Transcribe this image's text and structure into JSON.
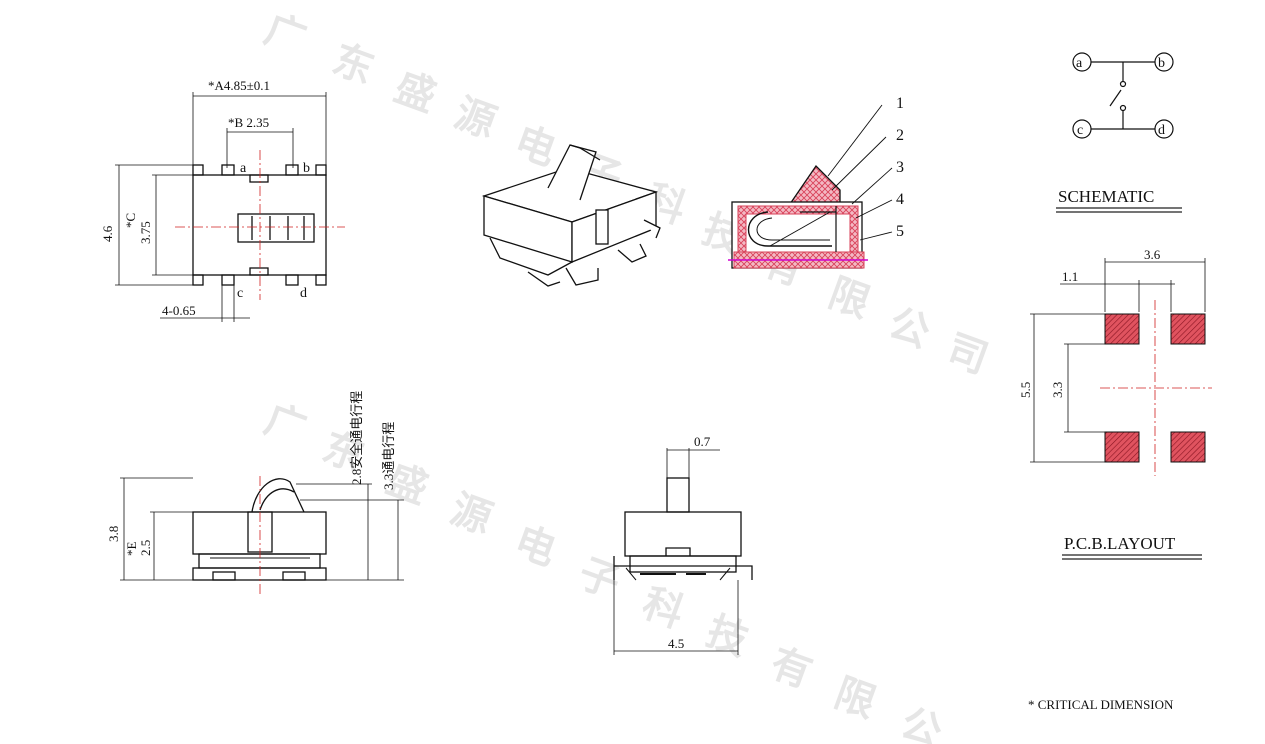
{
  "watermark": [
    "广",
    "东",
    "盛",
    "源",
    "电",
    "子",
    "科",
    "技",
    "有",
    "限",
    "公",
    "司"
  ],
  "top_view": {
    "dim_a": "*A4.85±0.1",
    "dim_b": "*B 2.35",
    "dim_c": "*C",
    "dim_c_val": "3.75",
    "dim_height": "4.6",
    "dim_pad": "4-0.65",
    "pin_a": "a",
    "pin_b": "b",
    "pin_c": "c",
    "pin_d": "d"
  },
  "callouts": [
    "1",
    "2",
    "3",
    "4",
    "5"
  ],
  "side_view": {
    "travel_full": "2.8安全通电行程",
    "travel_on": "3.3通电行程",
    "dim_height": "3.8",
    "dim_e": "*E",
    "dim_e_val": "2.5"
  },
  "front_view": {
    "dim_top": "0.7",
    "dim_width": "4.5"
  },
  "schematic": {
    "title": "SCHEMATIC",
    "a": "a",
    "b": "b",
    "c": "c",
    "d": "d"
  },
  "pcb": {
    "title": "P.C.B.LAYOUT",
    "dim_36": "3.6",
    "dim_11": "1.1",
    "dim_55": "5.5",
    "dim_33": "3.3"
  },
  "footnote": "* CRITICAL  DIMENSION",
  "colors": {
    "hatch": "#d8425a",
    "line": "#111111",
    "center": "#d02020",
    "magenta": "#d000d0"
  }
}
